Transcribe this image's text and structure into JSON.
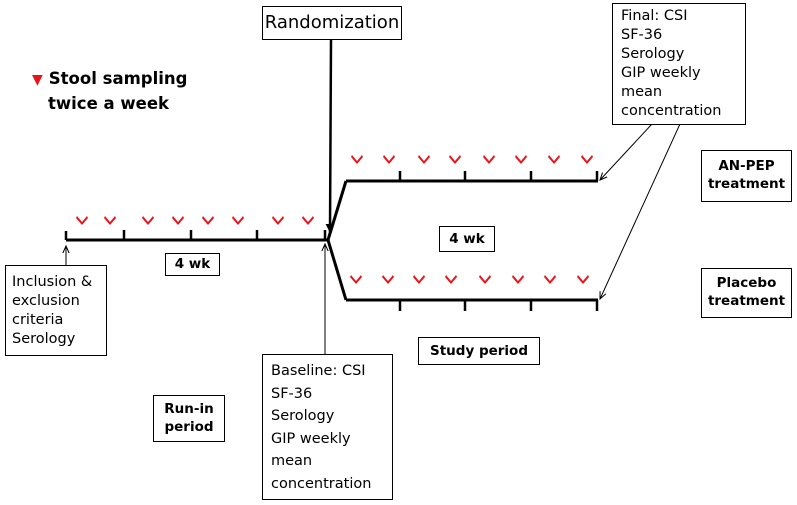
{
  "legend": {
    "icon": "red-down-arrow",
    "line1": "Stool sampling",
    "line2": "twice a week"
  },
  "randomization_label": "Randomization",
  "final_box": {
    "lines": [
      "Final:  CSI",
      "SF-36",
      "Serology",
      "GIP weekly",
      "mean",
      "concentration"
    ]
  },
  "anpep_label": [
    "AN-PEP",
    "treatment"
  ],
  "placebo_label": [
    "Placebo",
    "treatment"
  ],
  "study_duration_label": "4 wk",
  "runin_duration_label": "4 wk",
  "inclusion_box": {
    "lines": [
      "Inclusion &",
      "exclusion",
      "criteria",
      "Serology"
    ]
  },
  "baseline_box": {
    "lines": [
      "Baseline: CSI",
      "SF-36",
      "Serology",
      "GIP weekly",
      "mean",
      "concentration"
    ]
  },
  "study_period_label": "Study period",
  "runin_period_label": [
    "Run-in",
    "period"
  ],
  "colors": {
    "line": "#000000",
    "sampling_arrow": "#e8141b"
  }
}
